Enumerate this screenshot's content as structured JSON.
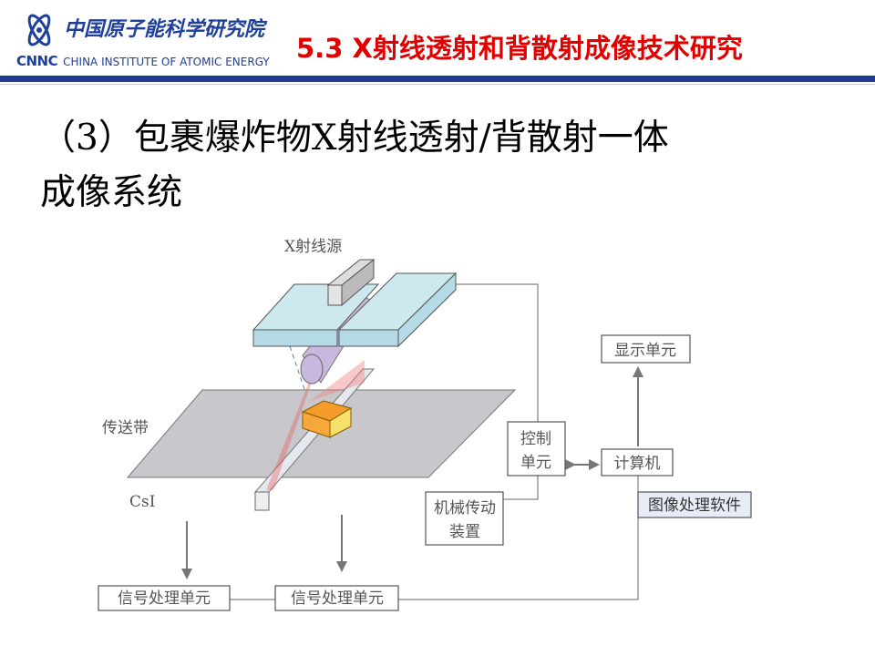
{
  "header": {
    "logo_cn": "中国原子能科学研究院",
    "logo_abbr": "CNNC",
    "logo_en": "CHINA INSTITUTE OF ATOMIC ENERGY",
    "section_title": "5.3 X射线透射和背散射成像技术研究",
    "accent_color": "#1f3a93",
    "title_color": "#e00000"
  },
  "slide": {
    "title_line1": "（3）包裹爆炸物X射线透射/背散射一体",
    "title_line2": "成像系统"
  },
  "diagram": {
    "source_label": "X射线源",
    "belt_label": "传送带",
    "detector_label": "CsI",
    "display_unit": "显示单元",
    "control_unit_line1": "控制",
    "control_unit_line2": "单元",
    "computer": "计算机",
    "image_software": "图像处理软件",
    "mech_drive_line1": "机械传动",
    "mech_drive_line2": "装置",
    "signal_unit_left": "信号处理单元",
    "signal_unit_right": "信号处理单元"
  }
}
